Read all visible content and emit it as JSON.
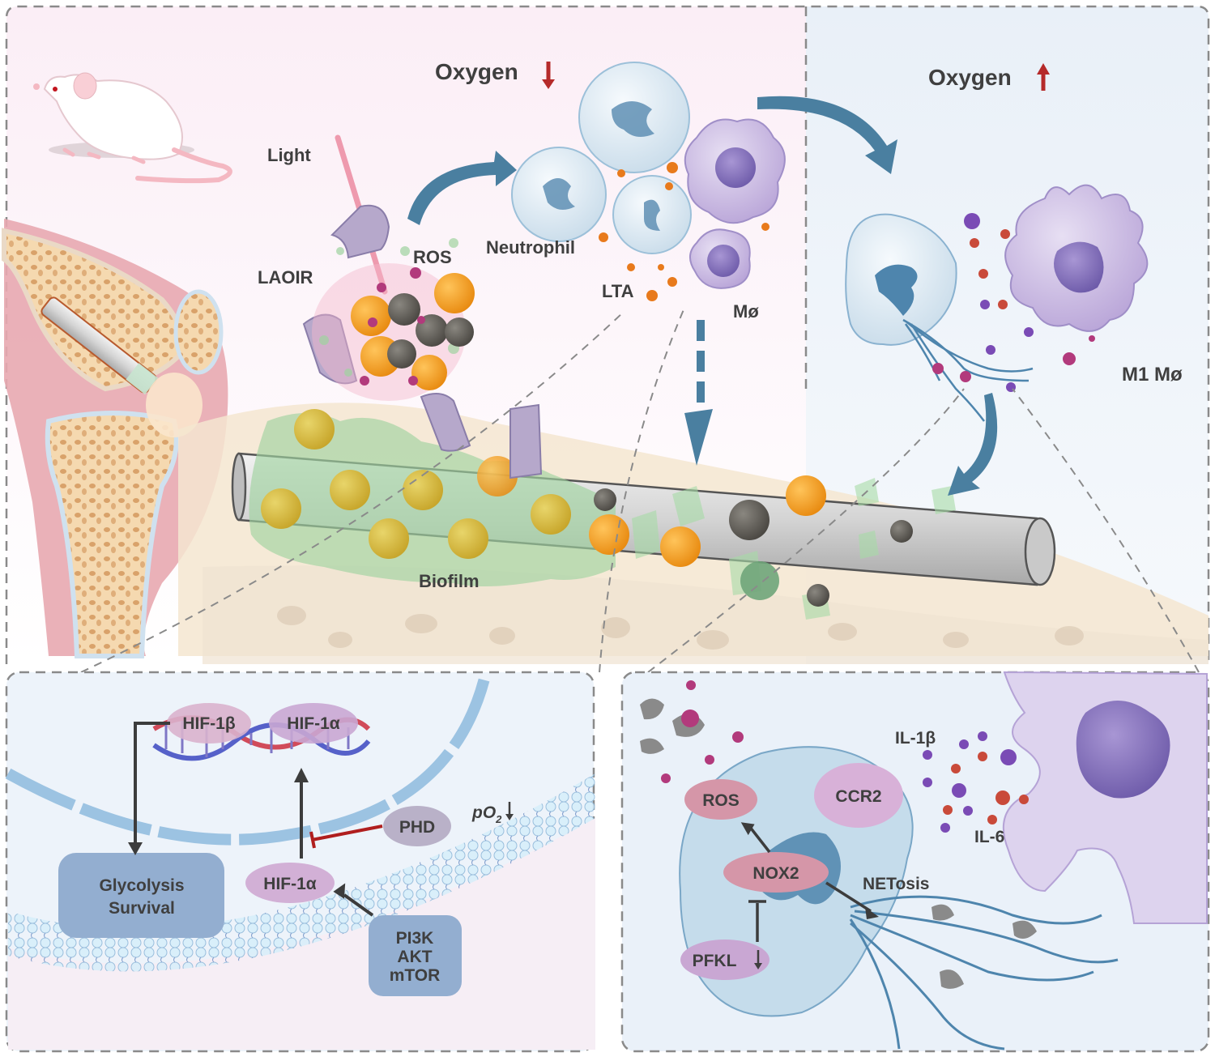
{
  "top_left_panel": {
    "oxygen_label": "Oxygen",
    "oxygen_direction": "down",
    "light_label": "Light",
    "laoir_label": "LAOIR",
    "ros_label": "ROS",
    "neutrophil_label": "Neutrophil",
    "lta_label": "LTA",
    "macrophage_label": "Mø",
    "biofilm_label": "Biofilm"
  },
  "top_right_panel": {
    "oxygen_label": "Oxygen",
    "oxygen_direction": "up",
    "m1_macrophage_label": "M1 Mø"
  },
  "bottom_left_panel": {
    "hif1b": "HIF-1β",
    "hif1a_nuclear": "HIF-1α",
    "phd": "PHD",
    "po2_p": "pO",
    "po2_sub": "2",
    "hif1a_cyto": "HIF-1α",
    "glycolysis_line1": "Glycolysis",
    "glycolysis_line2": "Survival",
    "pathway_line1": "PI3K",
    "pathway_line2": "AKT",
    "pathway_line3": "mTOR"
  },
  "bottom_right_panel": {
    "ros": "ROS",
    "ccr2": "CCR2",
    "nox2": "NOX2",
    "pfkl": "PFKL",
    "netosis": "NETosis",
    "il1b": "IL-1β",
    "il6": "IL-6"
  },
  "colors": {
    "arrow_blue": "#4a7fa0",
    "down_arrow_red": "#b52a2a",
    "inhibit_red": "#b01e1e",
    "pink_bg": "#fbeef5",
    "blue_bg": "#eaf1f9",
    "hif_pink": "#d9a9c8",
    "hif_purple": "#c9a7d3",
    "phd_gray": "#b9b1c8",
    "box_blue": "#93aed0",
    "ros_pink": "#d596a8"
  }
}
